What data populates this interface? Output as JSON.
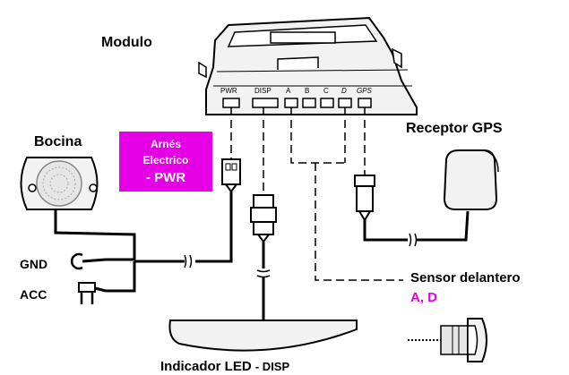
{
  "labels": {
    "module": "Modulo",
    "horn": "Bocina",
    "harness_line1": "Arnés",
    "harness_line2": "Electrico",
    "harness_line3": "- PWR",
    "gps_receiver": "Receptor GPS",
    "gnd": "GND",
    "acc": "ACC",
    "front_sensor": "Sensor delantero",
    "front_sensor_ports": "A, D",
    "led_indicator": "Indicador LED",
    "led_indicator_port": "- DISP"
  },
  "ports": [
    "PWR",
    "DISP",
    "A",
    "B",
    "C",
    "D",
    "GPS"
  ],
  "colors": {
    "accent": "#e600e6",
    "line": "#000000",
    "device_fill": "#f2f2f2"
  }
}
